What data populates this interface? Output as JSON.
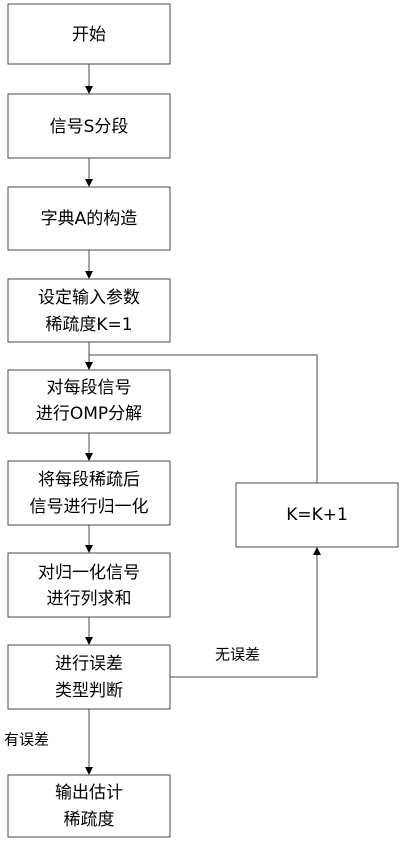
{
  "nodes": {
    "start": {
      "lines": [
        "开始"
      ]
    },
    "segment": {
      "lines": [
        "信号S分段"
      ]
    },
    "dictionary": {
      "lines": [
        "字典A的构造"
      ]
    },
    "set_params": {
      "lines": [
        "设定输入参数",
        "稀疏度K=1"
      ]
    },
    "omp": {
      "lines": [
        "对每段信号",
        "进行OMP分解"
      ]
    },
    "normalize": {
      "lines": [
        "将每段稀疏后",
        "信号进行归一化"
      ]
    },
    "sum": {
      "lines": [
        "对归一化信号",
        "进行列求和"
      ]
    },
    "judge": {
      "lines": [
        "进行误差",
        "类型判断"
      ]
    },
    "increment": {
      "lines": [
        "K=K+1"
      ]
    },
    "output": {
      "lines": [
        "输出估计",
        "稀疏度"
      ]
    }
  },
  "edge_labels": {
    "no_error": "无误差",
    "has_error": "有误差"
  }
}
